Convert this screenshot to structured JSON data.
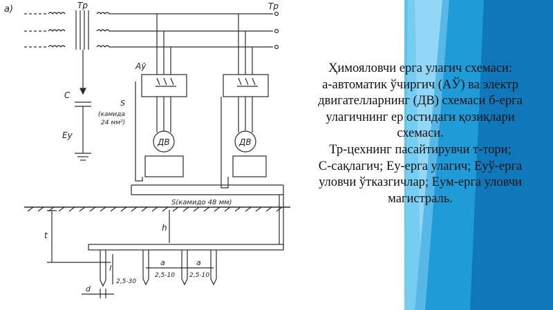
{
  "diagram": {
    "panel_label": "а)",
    "transformer_label": "Тр",
    "busbar_label": "Тр",
    "breaker_label": "Аў",
    "capacitor_label": "С",
    "earth_label": "Еу",
    "conductor_label": "S",
    "conductor_note_line1": "(камида",
    "conductor_note_line2": "24 мм²)",
    "motor_left_label": "ДВ",
    "motor_right_label": "ДВ",
    "main_label": "S(камидо 48 мм)",
    "depth_label": "t",
    "height_label": "h",
    "rod_length_label": "l",
    "rod_range_label": "2,5-30",
    "spacing_label_1": "a",
    "spacing_label_2": "a",
    "spacing_range_1": "2,5-10",
    "spacing_range_2": "2,5-10",
    "diameter_label": "d"
  },
  "caption": {
    "lines": [
      "Ҳимояловчи ерга улагич схемаси:",
      "а-автоматик ўчиргич (АЎ) ва электр",
      "двигателларнинг (ДВ) схемаси б-ерга",
      "улагичнинг ер остидаги қозиқлари",
      "схемаси.",
      "Тр-цехнинг пасайтирувчи т-тори;",
      "С-сақлагич; Еу-ерга улагич; Еуў-ерга",
      "уловчи ўтказгичлар; Еум-ерга уловчи",
      "магистраль."
    ]
  },
  "colors": {
    "light_blue": "#5bc4ef",
    "mid_blue": "#1f9bd8",
    "deep_blue": "#0f78bb",
    "ink": "#2a2a2a"
  }
}
